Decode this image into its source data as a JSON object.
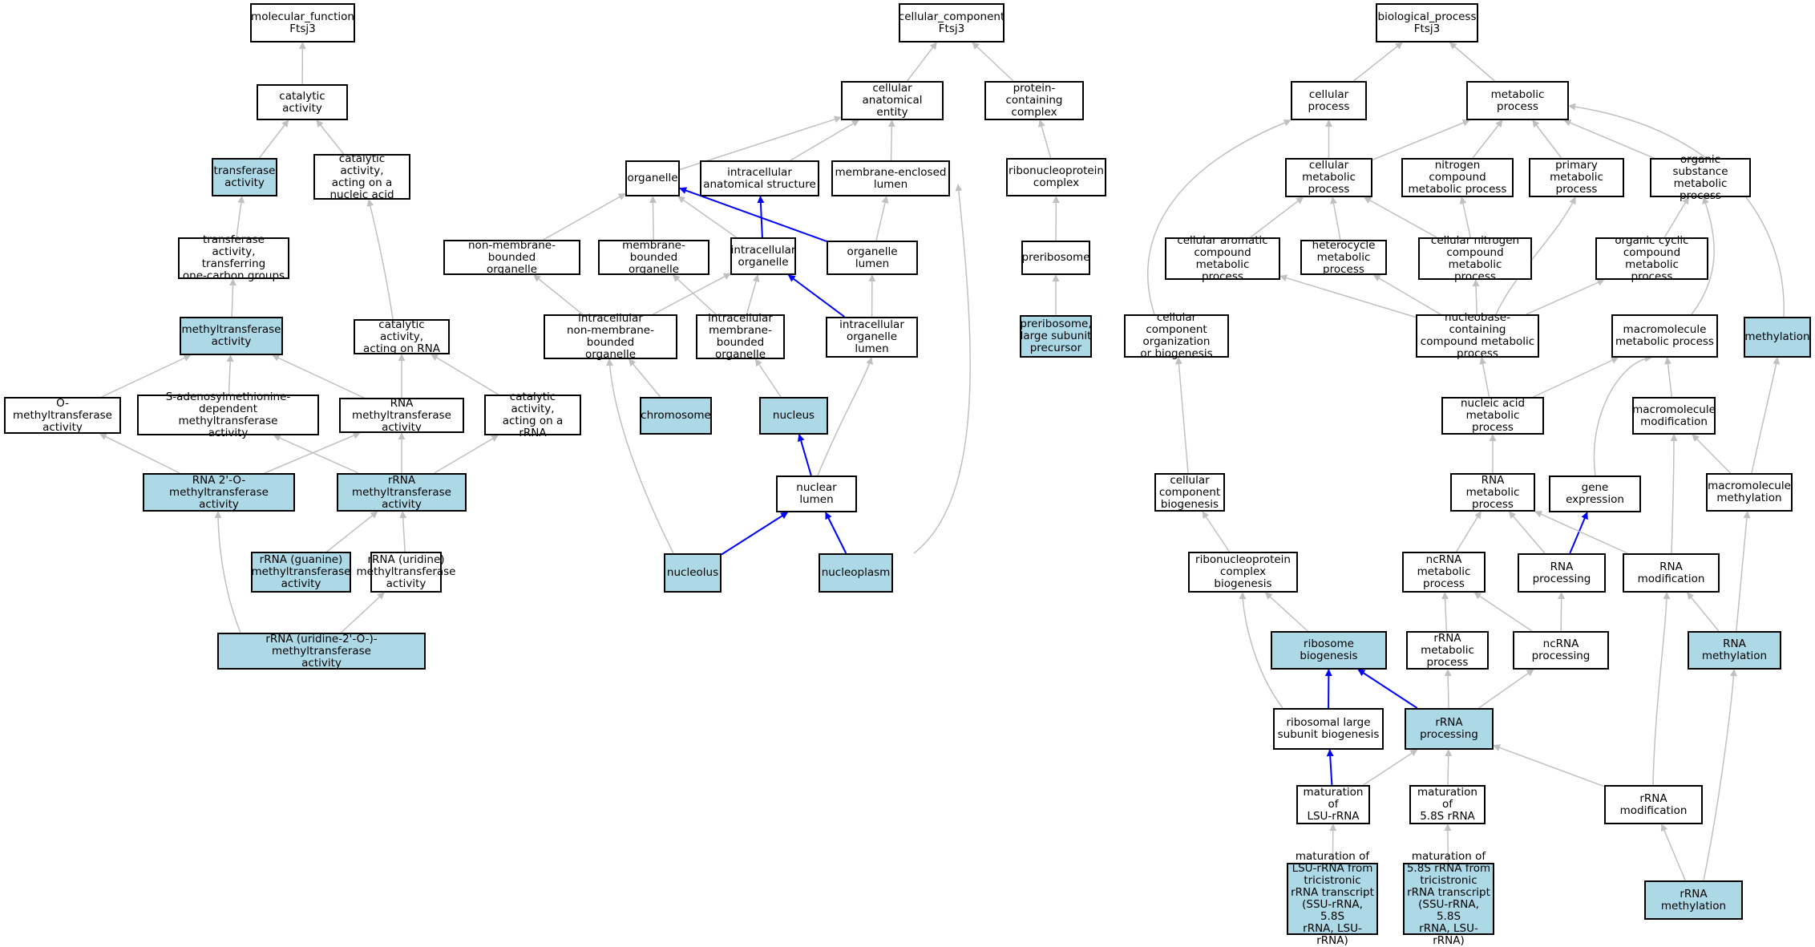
{
  "colors": {
    "highlight_fill": "#add8e6",
    "plain_fill": "#ffffff",
    "edge_gray": "#c0c0c0",
    "edge_blue": "#0000ff"
  },
  "nodes": {
    "mf": {
      "label": "molecular_function\nFtsj3",
      "hl": false
    },
    "catalytic": {
      "label": "catalytic activity",
      "hl": false
    },
    "transferase": {
      "label": "transferase\nactivity",
      "hl": true
    },
    "cat_nucleic": {
      "label": "catalytic activity,\nacting on a\nnucleic acid",
      "hl": false
    },
    "transferase_1c": {
      "label": "transferase\nactivity, transferring\none-carbon groups",
      "hl": false
    },
    "methyltransferase": {
      "label": "methyltransferase\nactivity",
      "hl": true
    },
    "cat_rna": {
      "label": "catalytic activity,\nacting on RNA",
      "hl": false
    },
    "o_mt": {
      "label": "O-methyltransferase\nactivity",
      "hl": false
    },
    "sam_mt": {
      "label": "S-adenosylmethionine-dependent\nmethyltransferase\nactivity",
      "hl": false
    },
    "rna_mt": {
      "label": "RNA methyltransferase\nactivity",
      "hl": false
    },
    "cat_rrna": {
      "label": "catalytic activity,\nacting on a\nrRNA",
      "hl": false
    },
    "rna_2o_mt": {
      "label": "RNA 2'-O-methyltransferase\nactivity",
      "hl": true
    },
    "rrna_mt": {
      "label": "rRNA methyltransferase\nactivity",
      "hl": true
    },
    "rrna_guanine_mt": {
      "label": "rRNA (guanine)\nmethyltransferase\nactivity",
      "hl": true
    },
    "rrna_uridine_mt": {
      "label": "rRNA (uridine)\nmethyltransferase\nactivity",
      "hl": false
    },
    "rrna_uridine_2o_mt": {
      "label": "rRNA (uridine-2'-O-)-methyltransferase\nactivity",
      "hl": true
    },
    "cc": {
      "label": "cellular_component\nFtsj3",
      "hl": false
    },
    "cae": {
      "label": "cellular anatomical\nentity",
      "hl": false
    },
    "pcc": {
      "label": "protein-containing\ncomplex",
      "hl": false
    },
    "organelle": {
      "label": "organelle",
      "hl": false
    },
    "ias": {
      "label": "intracellular\nanatomical structure",
      "hl": false
    },
    "mel": {
      "label": "membrane-enclosed\nlumen",
      "hl": false
    },
    "rnp_complex": {
      "label": "ribonucleoprotein\ncomplex",
      "hl": false
    },
    "nmbo": {
      "label": "non-membrane-bounded\norganelle",
      "hl": false
    },
    "mbo": {
      "label": "membrane-bounded\norganelle",
      "hl": false
    },
    "io": {
      "label": "intracellular\norganelle",
      "hl": false
    },
    "ol": {
      "label": "organelle lumen",
      "hl": false
    },
    "preribosome": {
      "label": "preribosome",
      "hl": false
    },
    "inmbo": {
      "label": "intracellular\nnon-membrane-bounded\norganelle",
      "hl": false
    },
    "imbo": {
      "label": "intracellular\nmembrane-bounded\norganelle",
      "hl": false
    },
    "iol": {
      "label": "intracellular\norganelle lumen",
      "hl": false
    },
    "preribosome_lsp": {
      "label": "preribosome,\nlarge subunit\nprecursor",
      "hl": true
    },
    "chromosome": {
      "label": "chromosome",
      "hl": true
    },
    "nucleus": {
      "label": "nucleus",
      "hl": true
    },
    "nuclear_lumen": {
      "label": "nuclear lumen",
      "hl": false
    },
    "nucleolus": {
      "label": "nucleolus",
      "hl": true
    },
    "nucleoplasm": {
      "label": "nucleoplasm",
      "hl": true
    },
    "bp": {
      "label": "biological_process\nFtsj3",
      "hl": false
    },
    "cellular_process": {
      "label": "cellular process",
      "hl": false
    },
    "metabolic_process": {
      "label": "metabolic process",
      "hl": false
    },
    "cmp": {
      "label": "cellular metabolic\nprocess",
      "hl": false
    },
    "ncmp": {
      "label": "nitrogen compound\nmetabolic process",
      "hl": false
    },
    "pmp": {
      "label": "primary metabolic\nprocess",
      "hl": false
    },
    "osmp": {
      "label": "organic substance\nmetabolic process",
      "hl": false
    },
    "cacmp": {
      "label": "cellular aromatic\ncompound metabolic\nprocess",
      "hl": false
    },
    "hmp": {
      "label": "heterocycle\nmetabolic process",
      "hl": false
    },
    "cncmp": {
      "label": "cellular nitrogen\ncompound metabolic\nprocess",
      "hl": false
    },
    "occmp": {
      "label": "organic cyclic\ncompound metabolic\nprocess",
      "hl": false
    },
    "ccob": {
      "label": "cellular component\norganization\nor biogenesis",
      "hl": false
    },
    "nbccmp": {
      "label": "nucleobase-containing\ncompound metabolic\nprocess",
      "hl": false
    },
    "mmp": {
      "label": "macromolecule\nmetabolic process",
      "hl": false
    },
    "methylation": {
      "label": "methylation",
      "hl": true
    },
    "namp": {
      "label": "nucleic acid\nmetabolic process",
      "hl": false
    },
    "mm": {
      "label": "macromolecule\nmodification",
      "hl": false
    },
    "ccb": {
      "label": "cellular component\nbiogenesis",
      "hl": false
    },
    "rmp": {
      "label": "RNA metabolic\nprocess",
      "hl": false
    },
    "ge": {
      "label": "gene expression",
      "hl": false
    },
    "mmeth": {
      "label": "macromolecule\nmethylation",
      "hl": false
    },
    "rnpcb": {
      "label": "ribonucleoprotein\ncomplex biogenesis",
      "hl": false
    },
    "ncrnamp": {
      "label": "ncRNA metabolic\nprocess",
      "hl": false
    },
    "rnaproc": {
      "label": "RNA processing",
      "hl": false
    },
    "rnamod": {
      "label": "RNA modification",
      "hl": false
    },
    "ribobio": {
      "label": "ribosome biogenesis",
      "hl": true
    },
    "rrnamp": {
      "label": "rRNA metabolic\nprocess",
      "hl": false
    },
    "ncrnaproc": {
      "label": "ncRNA processing",
      "hl": false
    },
    "rnameth": {
      "label": "RNA methylation",
      "hl": true
    },
    "rlsb": {
      "label": "ribosomal large\nsubunit biogenesis",
      "hl": false
    },
    "rrnaproc": {
      "label": "rRNA processing",
      "hl": true
    },
    "mlsu": {
      "label": "maturation of\nLSU-rRNA",
      "hl": false
    },
    "m58s": {
      "label": "maturation of\n5.8S rRNA",
      "hl": false
    },
    "rrnamod": {
      "label": "rRNA modification",
      "hl": false
    },
    "mlsu_tri": {
      "label": "maturation of\nLSU-rRNA from\ntricistronic\nrRNA transcript\n(SSU-rRNA, 5.8S\nrRNA, LSU-rRNA)",
      "hl": true
    },
    "m58s_tri": {
      "label": "maturation of\n5.8S rRNA from\ntricistronic\nrRNA transcript\n(SSU-rRNA, 5.8S\nrRNA, LSU-rRNA)",
      "hl": true
    },
    "rrnameth": {
      "label": "rRNA methylation",
      "hl": true
    }
  },
  "edges": [
    {
      "from": "catalytic",
      "to": "mf",
      "color": "gray"
    },
    {
      "from": "transferase",
      "to": "catalytic",
      "color": "gray"
    },
    {
      "from": "cat_nucleic",
      "to": "catalytic",
      "color": "gray"
    },
    {
      "from": "transferase_1c",
      "to": "transferase",
      "color": "gray"
    },
    {
      "from": "methyltransferase",
      "to": "transferase_1c",
      "color": "gray"
    },
    {
      "from": "cat_rna",
      "to": "cat_nucleic",
      "color": "gray"
    },
    {
      "from": "o_mt",
      "to": "methyltransferase",
      "color": "gray"
    },
    {
      "from": "sam_mt",
      "to": "methyltransferase",
      "color": "gray"
    },
    {
      "from": "rna_mt",
      "to": "methyltransferase",
      "color": "gray"
    },
    {
      "from": "rna_mt",
      "to": "cat_rna",
      "color": "gray"
    },
    {
      "from": "cat_rrna",
      "to": "cat_rna",
      "color": "gray"
    },
    {
      "from": "rna_2o_mt",
      "to": "o_mt",
      "color": "gray"
    },
    {
      "from": "rna_2o_mt",
      "to": "rna_mt",
      "color": "gray"
    },
    {
      "from": "rrna_mt",
      "to": "sam_mt",
      "color": "gray"
    },
    {
      "from": "rrna_mt",
      "to": "rna_mt",
      "color": "gray"
    },
    {
      "from": "rrna_mt",
      "to": "cat_rrna",
      "color": "gray"
    },
    {
      "from": "rrna_guanine_mt",
      "to": "rrna_mt",
      "color": "gray"
    },
    {
      "from": "rrna_uridine_mt",
      "to": "rrna_mt",
      "color": "gray"
    },
    {
      "from": "rrna_uridine_2o_mt",
      "to": "rna_2o_mt",
      "color": "gray"
    },
    {
      "from": "rrna_uridine_2o_mt",
      "to": "rrna_uridine_mt",
      "color": "gray"
    },
    {
      "from": "cae",
      "to": "cc",
      "color": "gray"
    },
    {
      "from": "pcc",
      "to": "cc",
      "color": "gray"
    },
    {
      "from": "organelle",
      "to": "cae",
      "color": "gray"
    },
    {
      "from": "ias",
      "to": "cae",
      "color": "gray"
    },
    {
      "from": "mel",
      "to": "cae",
      "color": "gray"
    },
    {
      "from": "rnp_complex",
      "to": "pcc",
      "color": "gray"
    },
    {
      "from": "nmbo",
      "to": "organelle",
      "color": "gray"
    },
    {
      "from": "mbo",
      "to": "organelle",
      "color": "gray"
    },
    {
      "from": "io",
      "to": "organelle",
      "color": "gray"
    },
    {
      "from": "io",
      "to": "ias",
      "color": "blue"
    },
    {
      "from": "ol",
      "to": "organelle",
      "color": "blue"
    },
    {
      "from": "ol",
      "to": "mel",
      "color": "gray"
    },
    {
      "from": "preribosome",
      "to": "rnp_complex",
      "color": "gray"
    },
    {
      "from": "inmbo",
      "to": "nmbo",
      "color": "gray"
    },
    {
      "from": "inmbo",
      "to": "io",
      "color": "gray"
    },
    {
      "from": "imbo",
      "to": "mbo",
      "color": "gray"
    },
    {
      "from": "imbo",
      "to": "io",
      "color": "gray"
    },
    {
      "from": "iol",
      "to": "io",
      "color": "blue"
    },
    {
      "from": "iol",
      "to": "ol",
      "color": "gray"
    },
    {
      "from": "preribosome_lsp",
      "to": "preribosome",
      "color": "gray"
    },
    {
      "from": "chromosome",
      "to": "inmbo",
      "color": "gray"
    },
    {
      "from": "nucleus",
      "to": "imbo",
      "color": "gray"
    },
    {
      "from": "nuclear_lumen",
      "to": "nucleus",
      "color": "blue"
    },
    {
      "from": "nuclear_lumen",
      "to": "iol",
      "color": "gray"
    },
    {
      "from": "nucleolus",
      "to": "nuclear_lumen",
      "color": "blue"
    },
    {
      "from": "nucleolus",
      "to": "inmbo",
      "color": "gray"
    },
    {
      "from": "nucleoplasm",
      "to": "nuclear_lumen",
      "color": "blue"
    },
    {
      "from": "nucleoplasm",
      "to": "cae",
      "color": "gray"
    },
    {
      "from": "cellular_process",
      "to": "bp",
      "color": "gray"
    },
    {
      "from": "metabolic_process",
      "to": "bp",
      "color": "gray"
    },
    {
      "from": "cmp",
      "to": "cellular_process",
      "color": "gray"
    },
    {
      "from": "cmp",
      "to": "metabolic_process",
      "color": "gray"
    },
    {
      "from": "ncmp",
      "to": "metabolic_process",
      "color": "gray"
    },
    {
      "from": "pmp",
      "to": "metabolic_process",
      "color": "gray"
    },
    {
      "from": "osmp",
      "to": "metabolic_process",
      "color": "gray"
    },
    {
      "from": "cacmp",
      "to": "cmp",
      "color": "gray"
    },
    {
      "from": "hmp",
      "to": "cmp",
      "color": "gray"
    },
    {
      "from": "cncmp",
      "to": "cmp",
      "color": "gray"
    },
    {
      "from": "cncmp",
      "to": "ncmp",
      "color": "gray"
    },
    {
      "from": "occmp",
      "to": "osmp",
      "color": "gray"
    },
    {
      "from": "ccob",
      "to": "cellular_process",
      "color": "gray"
    },
    {
      "from": "nbccmp",
      "to": "cacmp",
      "color": "gray"
    },
    {
      "from": "nbccmp",
      "to": "hmp",
      "color": "gray"
    },
    {
      "from": "nbccmp",
      "to": "cncmp",
      "color": "gray"
    },
    {
      "from": "nbccmp",
      "to": "pmp",
      "color": "gray"
    },
    {
      "from": "nbccmp",
      "to": "occmp",
      "color": "gray"
    },
    {
      "from": "mmp",
      "to": "osmp",
      "color": "gray"
    },
    {
      "from": "methylation",
      "to": "metabolic_process",
      "color": "gray"
    },
    {
      "from": "namp",
      "to": "nbccmp",
      "color": "gray"
    },
    {
      "from": "namp",
      "to": "mmp",
      "color": "gray"
    },
    {
      "from": "mm",
      "to": "mmp",
      "color": "gray"
    },
    {
      "from": "ccb",
      "to": "ccob",
      "color": "gray"
    },
    {
      "from": "rmp",
      "to": "namp",
      "color": "gray"
    },
    {
      "from": "ge",
      "to": "mmp",
      "color": "gray"
    },
    {
      "from": "mmeth",
      "to": "mm",
      "color": "gray"
    },
    {
      "from": "mmeth",
      "to": "methylation",
      "color": "gray"
    },
    {
      "from": "rnpcb",
      "to": "ccb",
      "color": "gray"
    },
    {
      "from": "ncrnamp",
      "to": "rmp",
      "color": "gray"
    },
    {
      "from": "rnaproc",
      "to": "rmp",
      "color": "gray"
    },
    {
      "from": "rnaproc",
      "to": "ge",
      "color": "blue"
    },
    {
      "from": "rnamod",
      "to": "rmp",
      "color": "gray"
    },
    {
      "from": "rnamod",
      "to": "mm",
      "color": "gray"
    },
    {
      "from": "ribobio",
      "to": "rnpcb",
      "color": "gray"
    },
    {
      "from": "rrnamp",
      "to": "ncrnamp",
      "color": "gray"
    },
    {
      "from": "ncrnaproc",
      "to": "ncrnamp",
      "color": "gray"
    },
    {
      "from": "ncrnaproc",
      "to": "rnaproc",
      "color": "gray"
    },
    {
      "from": "rnameth",
      "to": "rnamod",
      "color": "gray"
    },
    {
      "from": "rnameth",
      "to": "mmeth",
      "color": "gray"
    },
    {
      "from": "rlsb",
      "to": "ribobio",
      "color": "blue"
    },
    {
      "from": "rlsb",
      "to": "rnpcb",
      "color": "gray"
    },
    {
      "from": "rrnaproc",
      "to": "ribobio",
      "color": "blue"
    },
    {
      "from": "rrnaproc",
      "to": "rrnamp",
      "color": "gray"
    },
    {
      "from": "rrnaproc",
      "to": "ncrnaproc",
      "color": "gray"
    },
    {
      "from": "mlsu",
      "to": "rlsb",
      "color": "blue"
    },
    {
      "from": "mlsu",
      "to": "rrnaproc",
      "color": "gray"
    },
    {
      "from": "m58s",
      "to": "rrnaproc",
      "color": "gray"
    },
    {
      "from": "rrnamod",
      "to": "rrnaproc",
      "color": "gray"
    },
    {
      "from": "rrnamod",
      "to": "rnamod",
      "color": "gray"
    },
    {
      "from": "mlsu_tri",
      "to": "mlsu",
      "color": "gray"
    },
    {
      "from": "m58s_tri",
      "to": "m58s",
      "color": "gray"
    },
    {
      "from": "rrnameth",
      "to": "rrnamod",
      "color": "gray"
    },
    {
      "from": "rrnameth",
      "to": "rnameth",
      "color": "gray"
    }
  ]
}
